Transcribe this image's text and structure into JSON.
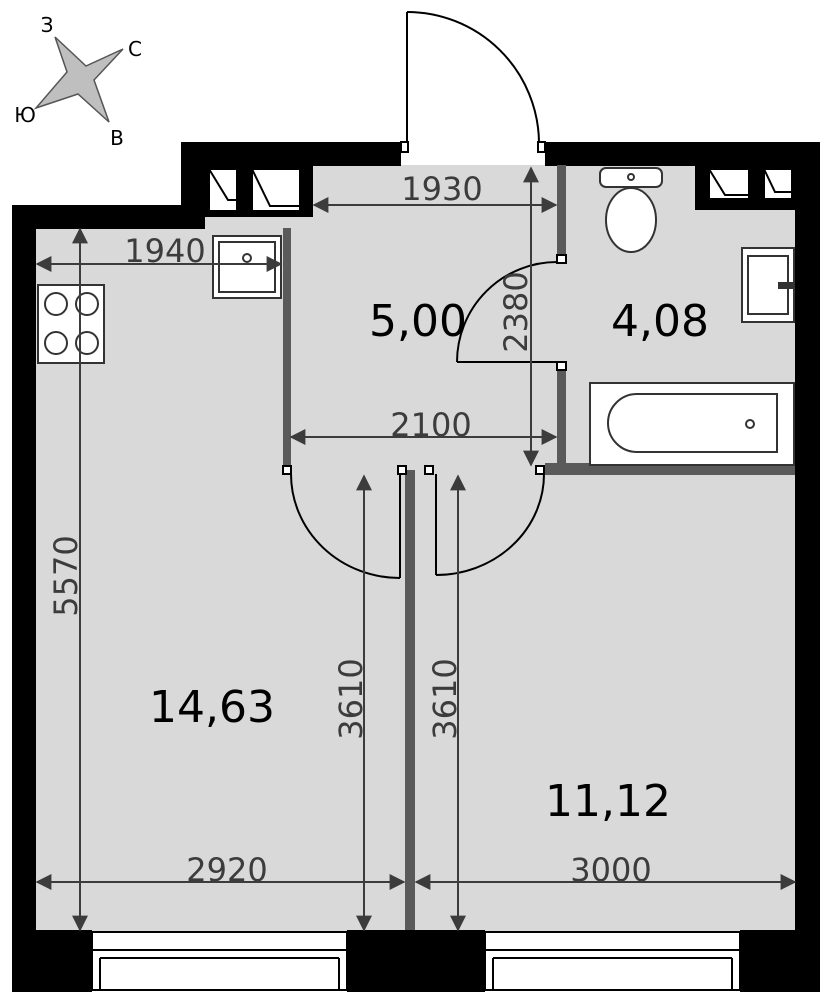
{
  "compass": {
    "north": "С",
    "east": "В",
    "south": "Ю",
    "west": "З"
  },
  "rooms": [
    {
      "id": "room-living",
      "area": "14,63"
    },
    {
      "id": "room-hall",
      "area": "5,00"
    },
    {
      "id": "room-bath",
      "area": "4,08"
    },
    {
      "id": "room-bedroom",
      "area": "11,12"
    }
  ],
  "dimensions": {
    "hall_width": "1930",
    "kitchen_width": "1940",
    "hall_depth": "2380",
    "corridor_width": "2100",
    "living_depth": "5570",
    "living_door_depth": "3610",
    "bedroom_depth": "3610",
    "living_width": "2920",
    "bedroom_width": "3000"
  },
  "colors": {
    "floor": "#d9d9d9",
    "wall": "#000000",
    "partition": "#5a5a5a",
    "dimension": "#3c3c3c"
  }
}
